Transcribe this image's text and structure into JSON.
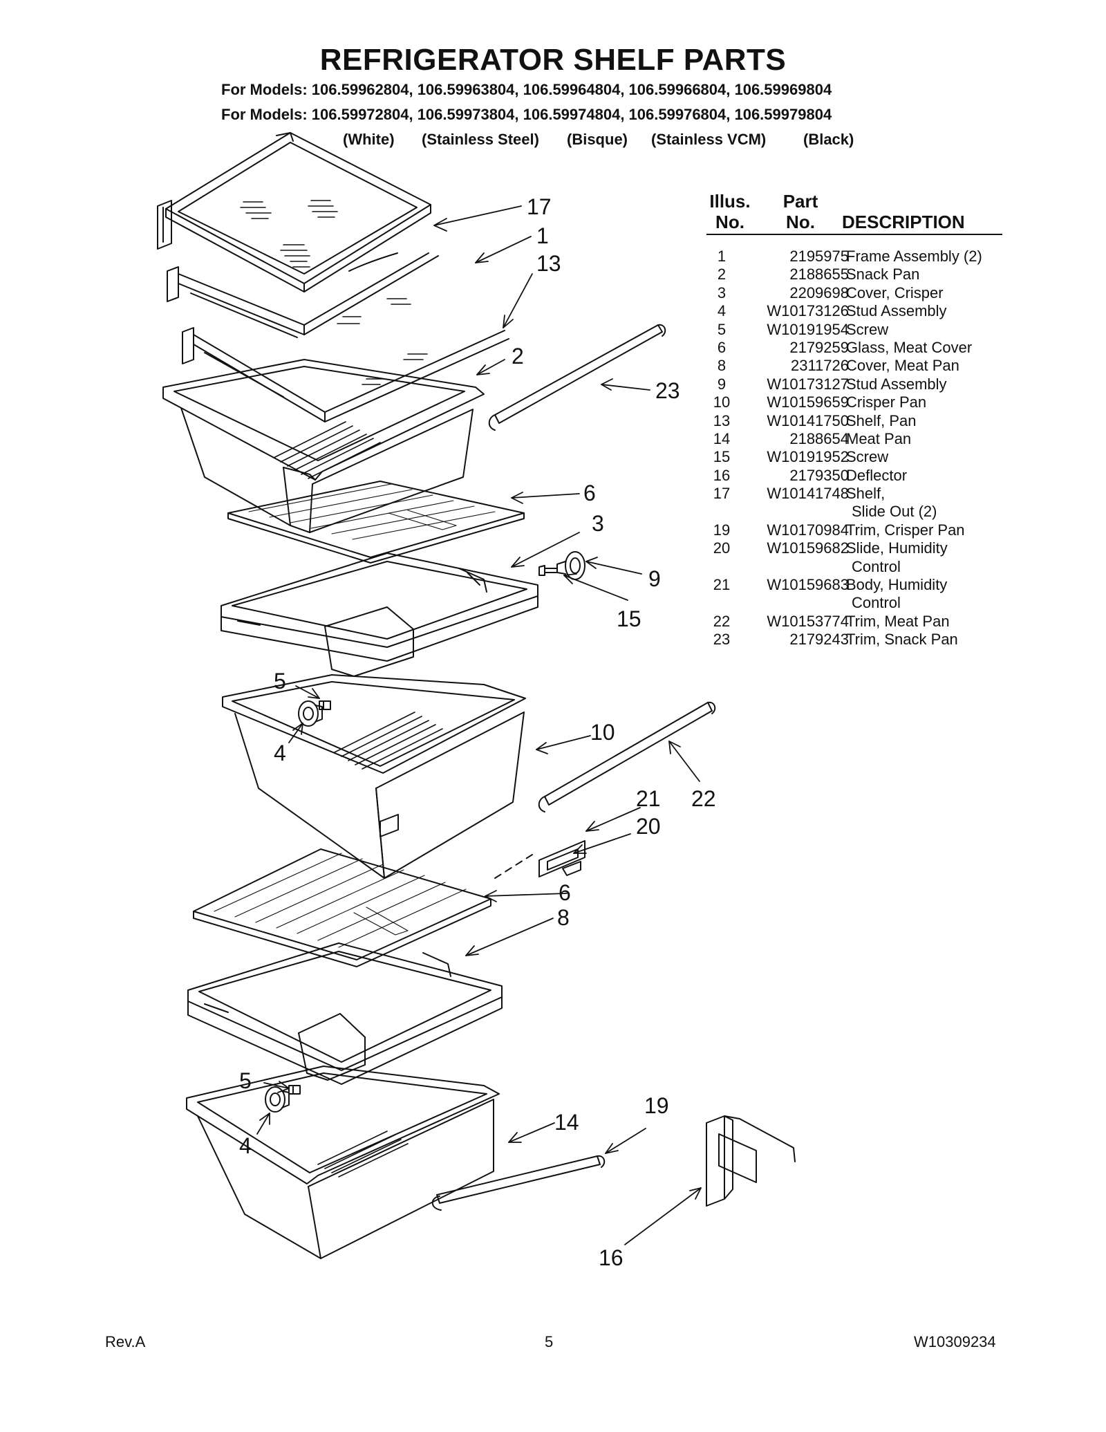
{
  "header": {
    "title": "REFRIGERATOR SHELF PARTS",
    "models_line_1": "For Models: 106.59962804, 106.59963804, 106.59964804, 106.59966804, 106.59969804",
    "models_line_2": "For Models: 106.59972804, 106.59973804, 106.59974804, 106.59976804, 106.59979804",
    "variants": [
      "(White)",
      "(Stainless Steel)",
      "(Bisque)",
      "(Stainless VCM)",
      "(Black)"
    ]
  },
  "parts_table": {
    "headers": {
      "illus_line1": "Illus.",
      "illus_line2": "No.",
      "part_line1": "Part",
      "part_line2": "No.",
      "description": "DESCRIPTION"
    },
    "rows": [
      {
        "illus": "1",
        "part": "2195975",
        "desc": "Frame Assembly (2)"
      },
      {
        "illus": "2",
        "part": "2188655",
        "desc": "Snack Pan"
      },
      {
        "illus": "3",
        "part": "2209698",
        "desc": "Cover, Crisper"
      },
      {
        "illus": "4",
        "part": "W10173126",
        "desc": "Stud Assembly"
      },
      {
        "illus": "5",
        "part": "W10191954",
        "desc": "Screw"
      },
      {
        "illus": "6",
        "part": "2179259",
        "desc": "Glass, Meat Cover"
      },
      {
        "illus": "8",
        "part": "2311726",
        "desc": "Cover, Meat Pan"
      },
      {
        "illus": "9",
        "part": "W10173127",
        "desc": "Stud Assembly"
      },
      {
        "illus": "10",
        "part": "W10159659",
        "desc": "Crisper Pan"
      },
      {
        "illus": "13",
        "part": "W10141750",
        "desc": "Shelf, Pan"
      },
      {
        "illus": "14",
        "part": "2188654",
        "desc": "Meat Pan"
      },
      {
        "illus": "15",
        "part": "W10191952",
        "desc": "Screw"
      },
      {
        "illus": "16",
        "part": "2179350",
        "desc": "Deflector"
      },
      {
        "illus": "17",
        "part": "W10141748",
        "desc": "Shelf,"
      },
      {
        "illus": "",
        "part": "",
        "desc": "Slide Out (2)"
      },
      {
        "illus": "19",
        "part": "W10170984",
        "desc": "Trim, Crisper Pan"
      },
      {
        "illus": "20",
        "part": "W10159682",
        "desc": "Slide, Humidity"
      },
      {
        "illus": "",
        "part": "",
        "desc": "Control"
      },
      {
        "illus": "21",
        "part": "W10159683",
        "desc": "Body, Humidity"
      },
      {
        "illus": "",
        "part": "",
        "desc": "Control"
      },
      {
        "illus": "22",
        "part": "W10153774",
        "desc": "Trim, Meat Pan"
      },
      {
        "illus": "23",
        "part": "2179243",
        "desc": "Trim, Snack Pan"
      }
    ]
  },
  "callouts": [
    "17",
    "1",
    "13",
    "2",
    "23",
    "6",
    "3",
    "9",
    "15",
    "5",
    "4",
    "10",
    "22",
    "21",
    "20",
    "6",
    "8",
    "5",
    "4",
    "14",
    "19",
    "16"
  ],
  "footer": {
    "rev": "Rev.A",
    "page": "5",
    "doc_number": "W10309234"
  }
}
